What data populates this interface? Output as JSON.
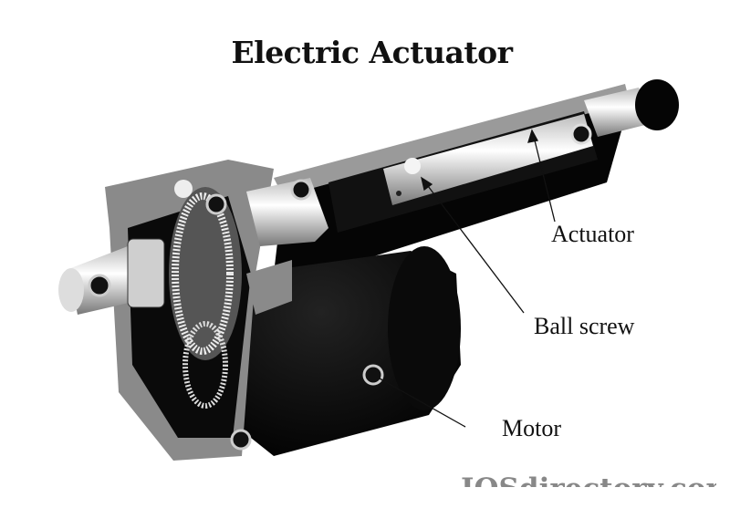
{
  "title": "Electric Actuator",
  "labels": {
    "actuator": "Actuator",
    "ball_screw": "Ball screw",
    "motor": "Motor"
  },
  "watermark": "IOSdirectory.com",
  "colors": {
    "body": "#050505",
    "housing": "#8a8a8a",
    "metal": "#e8e8e8",
    "text": "#111111"
  }
}
